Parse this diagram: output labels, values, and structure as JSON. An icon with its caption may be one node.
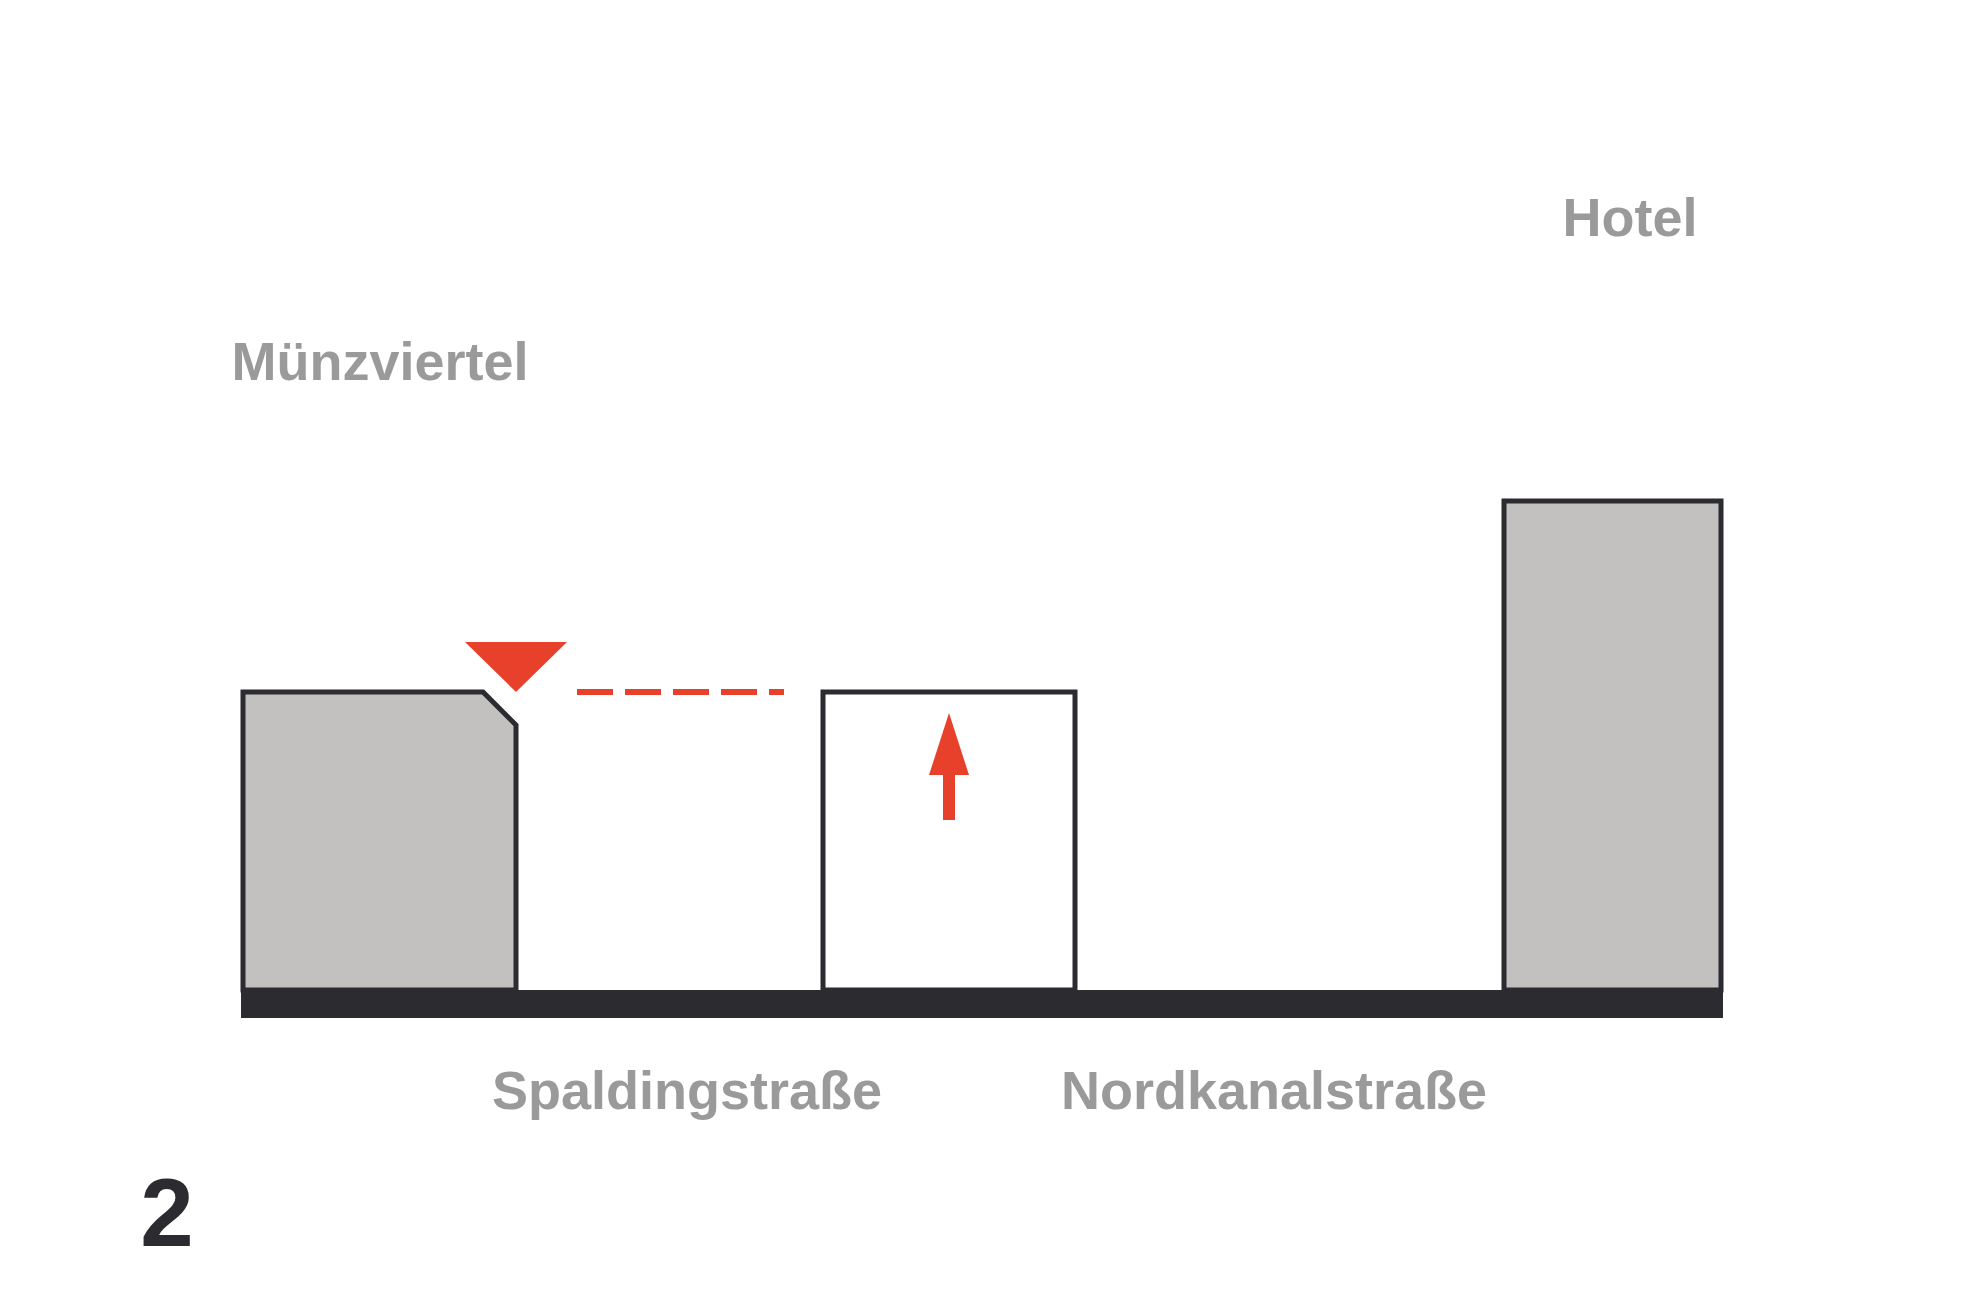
{
  "diagram": {
    "labels": [
      "Hotel",
      "Münzviertel",
      "Spaldingstraße",
      "Nordkanalstraße",
      "2"
    ]
  }
}
